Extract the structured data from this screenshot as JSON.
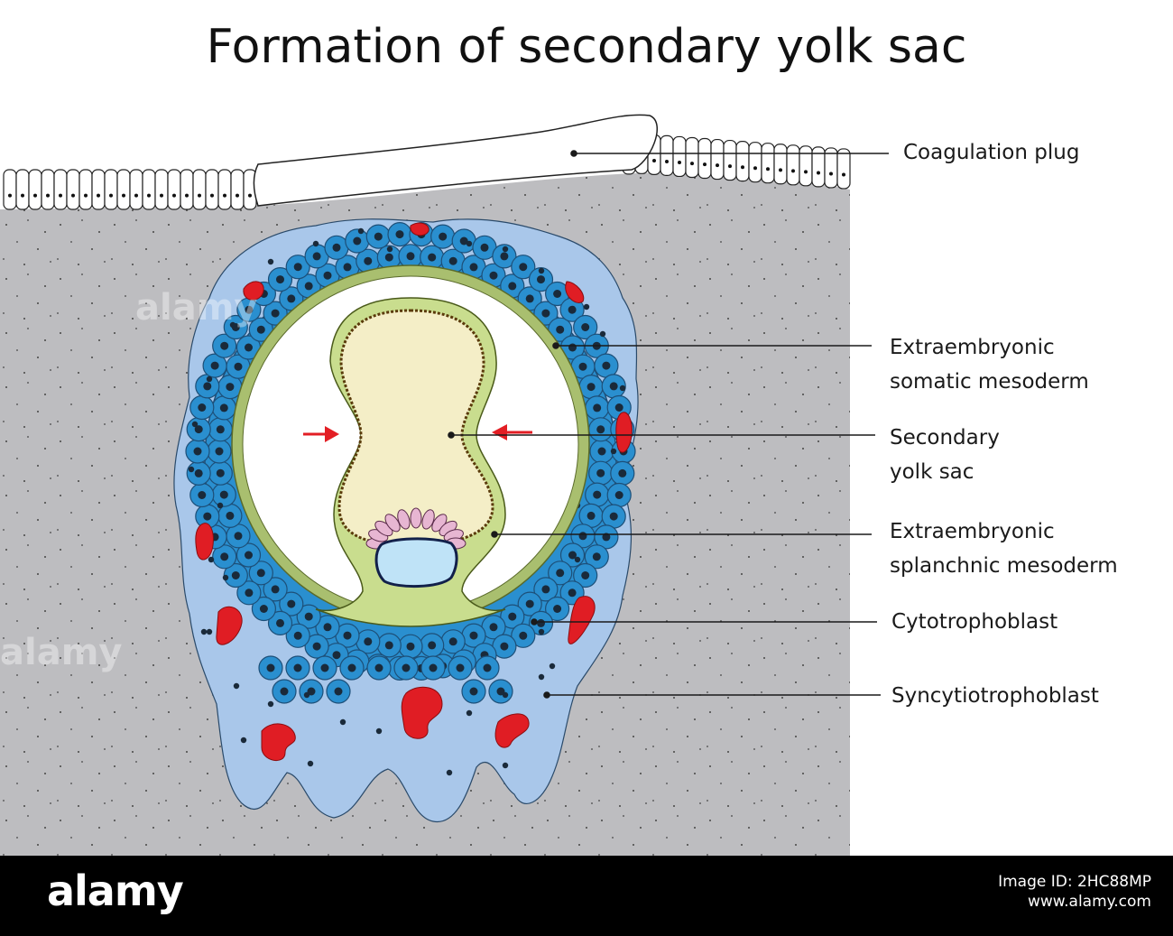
{
  "title": "Formation of secondary yolk sac",
  "labels": {
    "coagulation_plug": "Coagulation plug",
    "somatic_mesoderm_line1": "Extraembryonic",
    "somatic_mesoderm_line2": "somatic mesoderm",
    "secondary_yolk_sac_line1": "Secondary",
    "secondary_yolk_sac_line2": "yolk sac",
    "splanchnic_mesoderm_line1": "Extraembryonic",
    "splanchnic_mesoderm_line2": "splanchnic mesoderm",
    "cytotrophoblast": "Cytotrophoblast",
    "syncytiotrophoblast": "Syncytiotrophoblast"
  },
  "footer": {
    "brand": "alamy",
    "image_id_line1": "Image ID: 2HC88MP",
    "image_id_line2": "www.alamy.com"
  },
  "colors": {
    "endometrium": "#bdbdc0",
    "syncytiotrophoblast": "#a9c7ea",
    "cytotrophoblast": "#2a8fcf",
    "nucleus": "#1a2a3a",
    "blood_lacunae": "#e01d24",
    "somatic_mesoderm": "#a9bf6f",
    "splanchnic_mesoderm": "#c9dd8e",
    "yolk_sac": "#f4eec7",
    "amniotic_cavity": "#bfe3f7",
    "epiblast": "#e7b6d2",
    "arrows": "#e31e24"
  }
}
